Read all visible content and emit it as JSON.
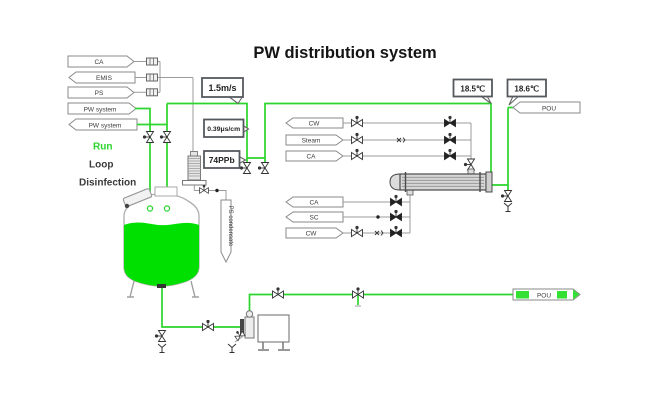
{
  "title": "PW distribution system",
  "status": {
    "run": "Run",
    "loop": "Loop",
    "disinfection": "Disinfection"
  },
  "measurements": {
    "velocity": "1.5m/s",
    "conductivity": "0.39μs/cm",
    "toc": "74PPb",
    "temp_supply": "18.5℃",
    "temp_return": "18.6℃"
  },
  "streams": {
    "top_left": [
      "CA",
      "EMIS",
      "PS",
      "PW system",
      "PW system"
    ],
    "hx_top": [
      "CW",
      "Steam",
      "CA"
    ],
    "hx_bottom": [
      "CA",
      "SC",
      "CW"
    ],
    "pou_top": "POU",
    "pou_bottom": "POU",
    "ps_condensate": "PS condensate"
  },
  "colors": {
    "pipe_green": "#2bd52b",
    "liquid_green": "#00e000",
    "line_gray": "#9b9b9b",
    "status_green": "#2bd52b"
  }
}
